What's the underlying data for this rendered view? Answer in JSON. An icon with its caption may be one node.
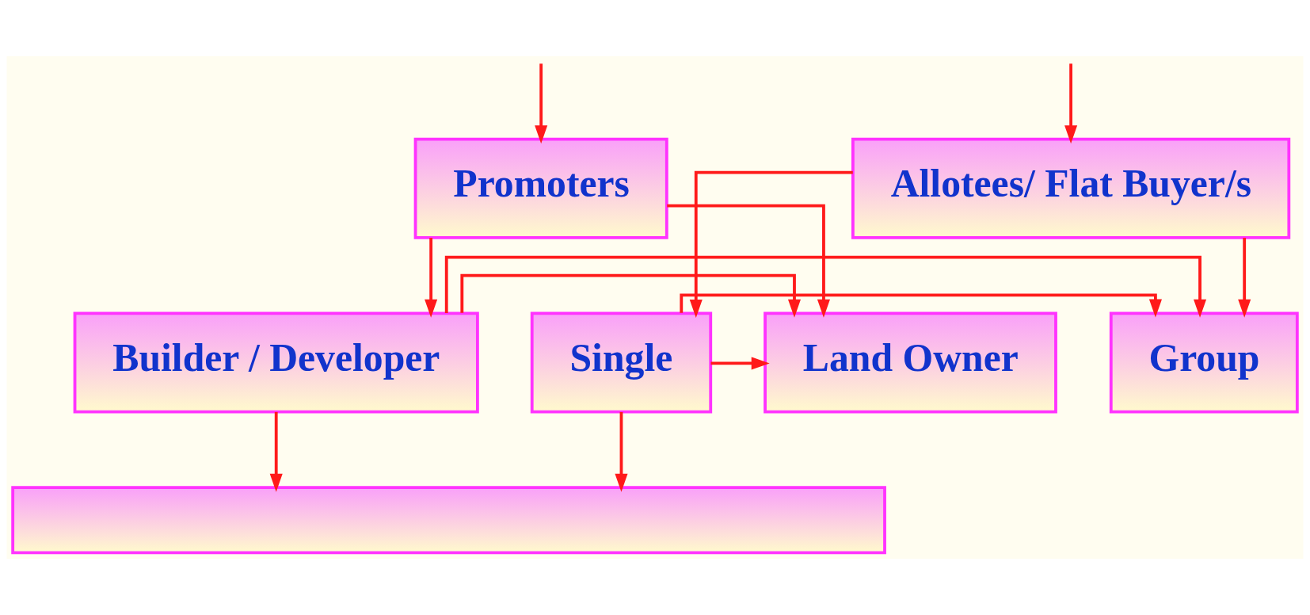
{
  "diagram": {
    "nodes": [
      {
        "text": [
          "Promoters"
        ]
      },
      {
        "text": [
          "Allotees/ Flat Buyer/s"
        ]
      },
      {
        "text": [
          "Land Owner"
        ]
      },
      {
        "text": [
          "Builder / Developer"
        ]
      },
      {
        "text": [
          "Single"
        ]
      },
      {
        "text": [
          "Group"
        ]
      },
      {
        "text": [],
        "shape": "box"
      }
    ],
    "edges": [
      {
        "from": null,
        "to": 0,
        "arrow": "to"
      },
      {
        "from": null,
        "to": 1,
        "arrow": "to"
      },
      {
        "from": 0,
        "to": 2,
        "arrow": "to"
      },
      {
        "from": 0,
        "to": 3,
        "arrow": "to"
      },
      {
        "from": 1,
        "to": 4,
        "arrow": "to"
      },
      {
        "from": 1,
        "to": 5,
        "arrow": "to"
      },
      {
        "from": 3,
        "to": 2,
        "arrow": "to"
      },
      {
        "from": 3,
        "to": 5,
        "arrow": "to"
      },
      {
        "from": 3,
        "to": 6,
        "arrow": "to"
      },
      {
        "from": 4,
        "to": 2,
        "arrow": "to"
      },
      {
        "from": 4,
        "to": 5,
        "arrow": "to"
      },
      {
        "from": 4,
        "to": 6,
        "arrow": "to"
      }
    ]
  }
}
